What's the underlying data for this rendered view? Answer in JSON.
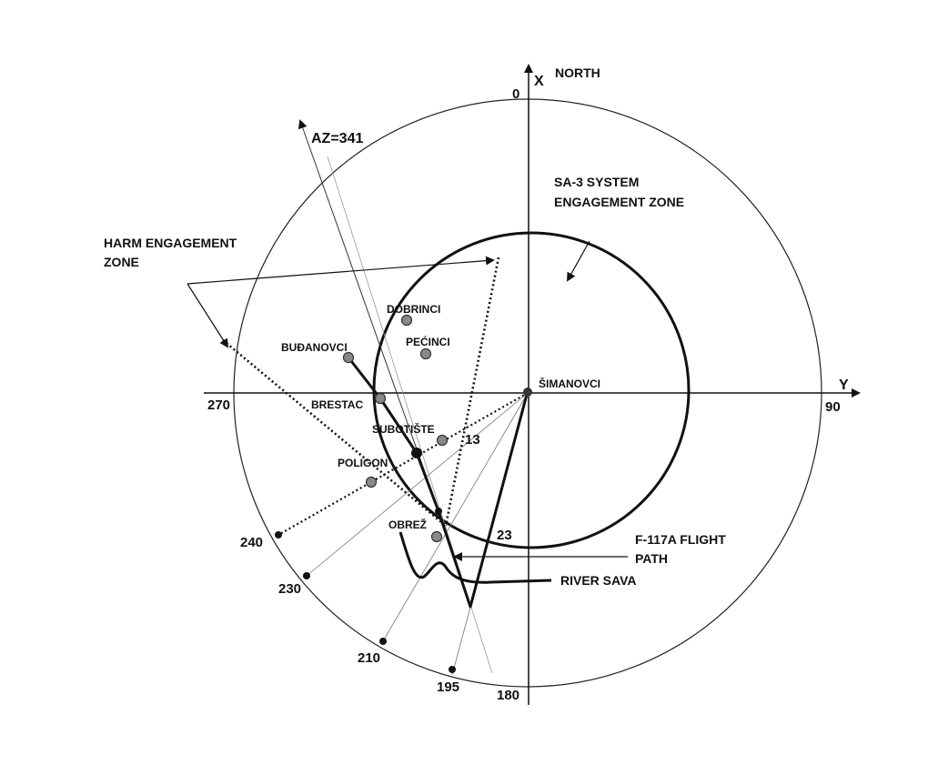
{
  "axes": {
    "x_axis_label": "X",
    "north_label": "NORTH",
    "y_axis_label": "Y"
  },
  "bearings": {
    "b0": "0",
    "b90": "90",
    "b270": "270",
    "b180": "180",
    "b195": "195",
    "b210": "210",
    "b230": "230",
    "b240": "240",
    "az": "AZ=341"
  },
  "zones": {
    "sa3_line1": "SA-3 SYSTEM",
    "sa3_line2": "ENGAGEMENT ZONE",
    "harm_line1": "HARM ENGAGEMENT",
    "harm_line2": "ZONE"
  },
  "places": {
    "simanovci": "ŠIMANOVCI",
    "dobrinci": "DOBRINCI",
    "pecinci": "PEĆINCI",
    "budanovci": "BUĐANOVCI",
    "brestac": "BRESTAC",
    "subotiste": "SUBOTIŠTE",
    "poligon": "POLIGON",
    "obrez": "OBREŽ"
  },
  "markers": {
    "m13": "13",
    "m23": "23"
  },
  "legend": {
    "flight_line1": "F-117A FLIGHT",
    "flight_line2": "PATH",
    "river": "RIVER SAVA"
  }
}
